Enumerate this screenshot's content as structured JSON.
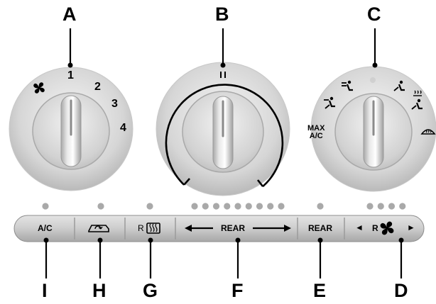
{
  "callouts": {
    "A": "A",
    "B": "B",
    "C": "C",
    "D": "D",
    "E": "E",
    "F": "F",
    "G": "G",
    "H": "H",
    "I": "I"
  },
  "fan_dial": {
    "icon": "fan-icon",
    "speeds": [
      "1",
      "2",
      "3",
      "4"
    ]
  },
  "temperature_dial": {
    "indicator": "top-tick-mark"
  },
  "mode_dial": {
    "icons": [
      "panel-vent-icon",
      "panel-floor-vent-icon",
      "floor-vent-icon",
      "floor-defrost-icon",
      "defrost-icon"
    ],
    "max_ac_line1": "MAX",
    "max_ac_line2": "A/C"
  },
  "button_bar": {
    "ac_label": "A/C",
    "recirc_icon": "recirculation-icon",
    "rear_defrost_prefix": "R",
    "rear_defrost_icon": "rear-defrost-icon",
    "rear_temp_label": "REAR",
    "rear_temp_arrows": "left-right-arrow-icon",
    "rear_label": "REAR",
    "rear_fan_prefix": "R",
    "rear_fan_icon": "fan-icon",
    "rear_fan_left": "◄",
    "rear_fan_right": "►"
  },
  "indicator_counts": {
    "ac": 1,
    "recirc": 1,
    "rear_defrost": 1,
    "rear_temp": 9,
    "rear": 1,
    "rear_fan": 4
  },
  "colors": {
    "knob_light": "#f4f4f4",
    "knob_dark": "#b9b9b9",
    "indicator_dot": "#a9a9a9",
    "bar": "#c4c4c4"
  }
}
